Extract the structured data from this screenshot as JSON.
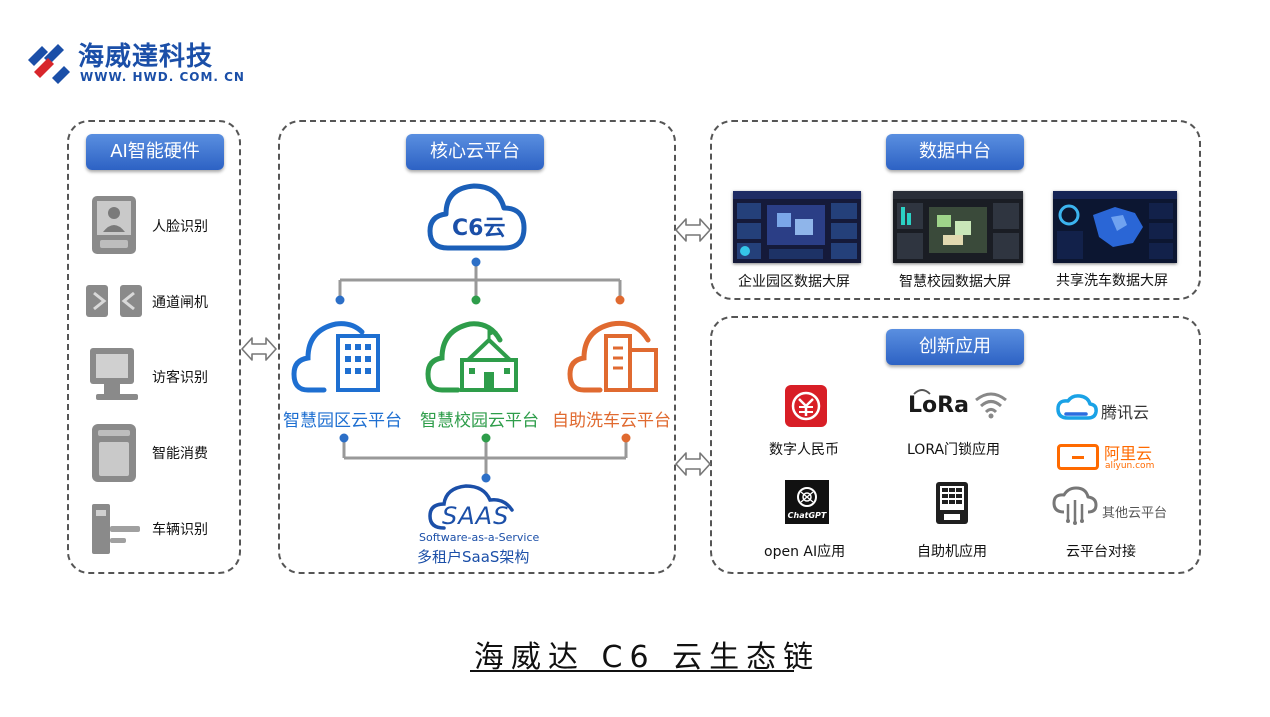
{
  "brand": {
    "name": "海威達科技",
    "url": "WWW. HWD. COM. CN",
    "colors": {
      "blue": "#1b4fa8",
      "red": "#d8262b"
    }
  },
  "hardware": {
    "header": "AI智能硬件",
    "items": [
      {
        "label": "人脸识别",
        "icon": "face-recognition-icon"
      },
      {
        "label": "通道闸机",
        "icon": "turnstile-gate-icon"
      },
      {
        "label": "访客识别",
        "icon": "visitor-kiosk-icon"
      },
      {
        "label": "智能消费",
        "icon": "payment-terminal-icon"
      },
      {
        "label": "车辆识别",
        "icon": "vehicle-barrier-icon"
      }
    ]
  },
  "core": {
    "header": "核心云平台",
    "cloud_label": "C6云",
    "platforms": [
      {
        "label": "智慧园区云平台",
        "color": "#1e6fd1"
      },
      {
        "label": "智慧校园云平台",
        "color": "#2e9d4a"
      },
      {
        "label": "自助洗车云平台",
        "color": "#e06a30"
      }
    ],
    "saas_logo": "SAAS",
    "saas_sub": "Software-as-a-Service",
    "saas_label": "多租户SaaS架构"
  },
  "data_center": {
    "header": "数据中台",
    "screens": [
      {
        "label": "企业园区数据大屏"
      },
      {
        "label": "智慧校园数据大屏"
      },
      {
        "label": "共享洗车数据大屏"
      }
    ]
  },
  "innovation": {
    "header": "创新应用",
    "apps": [
      {
        "label": "数字人民币",
        "icon": "digital-rmb-icon"
      },
      {
        "label": "LORA门锁应用",
        "icon": "lora-icon",
        "logo": "LoRa"
      },
      {
        "label": "open AI应用",
        "icon": "chatgpt-icon",
        "logo": "ChatGPT"
      },
      {
        "label": "自助机应用",
        "icon": "self-service-kiosk-icon"
      }
    ],
    "clouds": [
      {
        "name": "腾讯云",
        "icon": "tencent-cloud-icon"
      },
      {
        "name": "阿里云",
        "sub": "aliyun.com",
        "icon": "aliyun-icon"
      },
      {
        "name": "其他云平台",
        "icon": "other-cloud-icon"
      }
    ],
    "clouds_label": "云平台对接"
  },
  "footer": {
    "title": "海威达 C6 云生态链"
  }
}
